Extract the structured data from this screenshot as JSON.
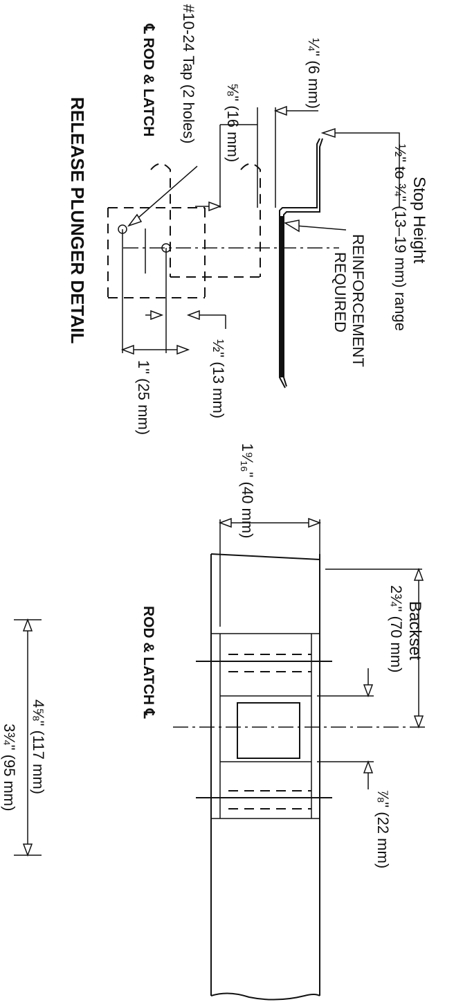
{
  "labels": {
    "stop_height_title": "Stop Height",
    "stop_height_range": "½\" to ¾\" (13–19 mm) range",
    "reinforcement_1": "REINFORCEMENT",
    "reinforcement_2": "REQUIRED",
    "quarter_inch": "¼\" (6 mm)",
    "five_eighths": "⅝\" (16 mm)",
    "tap_holes": "#10-24 Tap (2 holes)",
    "rod_latch_cl_left": "℄ ROD & LATCH",
    "release_plunger_detail": "RELEASE PLUNGER DETAIL",
    "half_inch": "½\" (13 mm)",
    "one_inch": "1\" (25 mm)",
    "one_nine_sixteenths": "1⁹⁄₁₆\" (40 mm)",
    "backset_title": "Backset",
    "backset_value": "2¾\" (70 mm)",
    "rod_latch_cl_right": "ROD & LATCH ℄",
    "seven_eighths": "⅞\" (22 mm)",
    "four_five_eighths": "4⅝\" (117 mm)",
    "three_three_quarters": "3¾\" (95 mm)"
  },
  "colors": {
    "ink": "#111111",
    "paper": "#ffffff"
  }
}
